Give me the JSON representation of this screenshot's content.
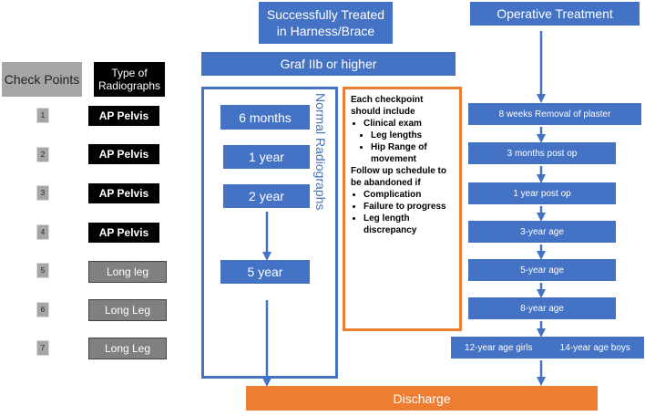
{
  "headers": {
    "check_points": "Check Points",
    "type_of_radiographs": "Type of Radiographs",
    "harness_title": "Successfully Treated in Harness/Brace",
    "operative_title": "Operative Treatment",
    "graf": "Graf IIb or higher",
    "normal_radiographs": "Normal Radiographs",
    "discharge": "Discharge"
  },
  "checkpoints": [
    {
      "num": "1",
      "radiograph": "AP Pelvis",
      "style": "black"
    },
    {
      "num": "2",
      "radiograph": "AP Pelvis",
      "style": "black"
    },
    {
      "num": "3",
      "radiograph": "AP Pelvis",
      "style": "black"
    },
    {
      "num": "4",
      "radiograph": "AP Pelvis",
      "style": "black"
    },
    {
      "num": "5",
      "radiograph": "Long leg",
      "style": "gray"
    },
    {
      "num": "6",
      "radiograph": "Long Leg",
      "style": "gray"
    },
    {
      "num": "7",
      "radiograph": "Long Leg",
      "style": "gray"
    }
  ],
  "harness_timeline": [
    "6 months",
    "1 year",
    "2 year",
    "5 year"
  ],
  "operative_timeline": [
    "8 weeks Removal of plaster",
    "3 months post op",
    "1 year post op",
    "3-year age",
    "5-year age",
    "8-year age"
  ],
  "operative_final": {
    "girls": "12-year age girls",
    "boys": "14-year age boys"
  },
  "criteria": {
    "intro": "Each checkpoint should include",
    "clinical": "Clinical exam",
    "sub": [
      "Leg lengths",
      "Hip Range of movement"
    ],
    "abandon": "Follow up schedule to be abandoned if",
    "reasons": [
      "Complication",
      "Failure to progress",
      "Leg length discrepancy"
    ]
  },
  "colors": {
    "blue": "#4472c4",
    "orange": "#ed7d31",
    "gray": "#a6a6a6"
  }
}
